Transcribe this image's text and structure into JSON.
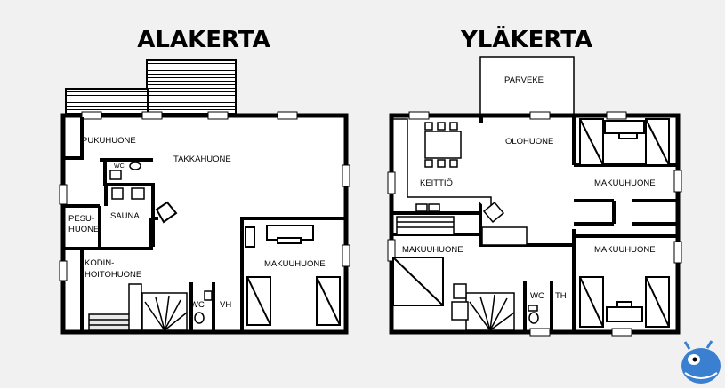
{
  "plans": [
    {
      "title": "ALAKERTA",
      "rooms": {
        "pukuhuone": "PUKUHUONE",
        "wc1": "WC",
        "takkahuone": "TAKKAHUONE",
        "pesu1": "PESU-",
        "pesu2": "HUONE",
        "sauna": "SAUNA",
        "kodin1": "KODIN-",
        "kodin2": "HOITOHUONE",
        "makuuhuone": "MAKUUHUONE",
        "wc2": "WC",
        "vh": "VH"
      }
    },
    {
      "title": "YLÄKERTA",
      "rooms": {
        "parveke": "PARVEKE",
        "olohuone": "OLOHUONE",
        "keittio": "KEITTIÖ",
        "makuuhuone_tr": "MAKUUHUONE",
        "makuuhuone_l": "MAKUUHUONE",
        "makuuhuone_r": "MAKUUHUONE",
        "wc": "WC",
        "th": "TH"
      }
    }
  ],
  "logo": {
    "name": "blue-creature-logo",
    "color": "#3a7fd0"
  }
}
